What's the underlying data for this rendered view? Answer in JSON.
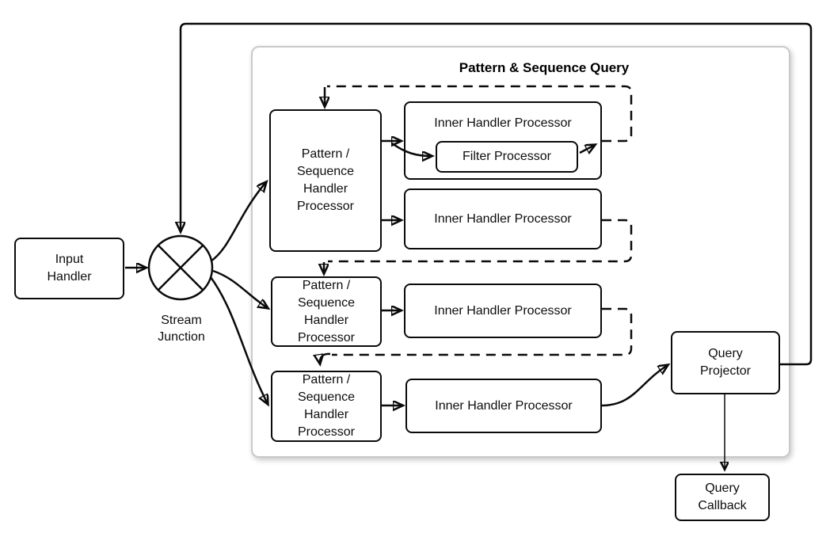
{
  "colors": {
    "line": "#0a0a0a",
    "container_border": "#c9c9c9",
    "background": "#ffffff"
  },
  "title": "Pattern & Sequence Query",
  "nodes": {
    "input_handler": {
      "label": "Input\nHandler"
    },
    "stream_junction": {
      "label": "Stream\nJunction"
    },
    "filter_processor": {
      "label": "Filter Processor"
    },
    "query_projector": {
      "label": "Query\nProjector"
    },
    "query_callback": {
      "label": "Query\nCallback"
    }
  },
  "pattern_handlers": [
    {
      "label": "Pattern /\nSequence\nHandler\nProcessor"
    },
    {
      "label": "Pattern /\nSequence\nHandler\nProcessor"
    },
    {
      "label": "Pattern /\nSequence\nHandler\nProcessor"
    }
  ],
  "inner_handlers": [
    {
      "label": "Inner Handler Processor"
    },
    {
      "label": "Inner Handler Processor"
    },
    {
      "label": "Inner Handler Processor"
    },
    {
      "label": "Inner Handler Processor"
    }
  ]
}
